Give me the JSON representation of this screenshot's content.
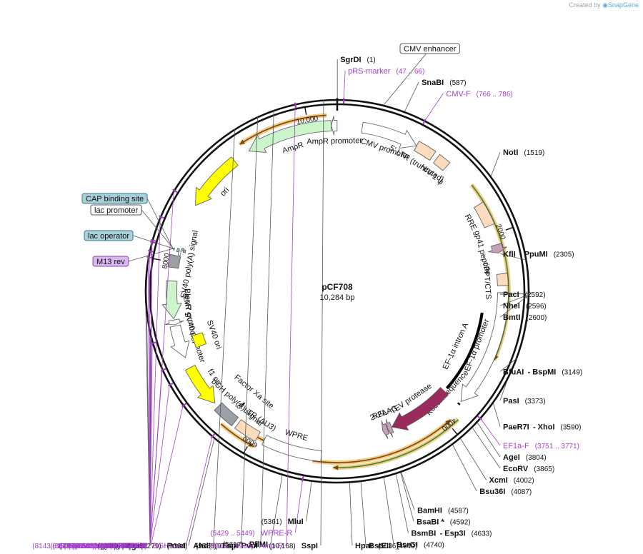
{
  "watermark": {
    "prefix": "Created by",
    "brand": "SnapGene"
  },
  "plasmid": {
    "name": "pCF708",
    "length": "10,284 bp",
    "length_bp": 10284
  },
  "ticks": [
    {
      "label": "2000",
      "bp": 2000
    },
    {
      "label": "4000",
      "bp": 4000
    },
    {
      "label": "6000",
      "bp": 6000
    },
    {
      "label": "8000",
      "bp": 8000
    },
    {
      "label": "10,000",
      "bp": 10000
    }
  ],
  "features": [
    {
      "label": "CMV promoter",
      "start": 248,
      "end": 816,
      "kind": "promoter",
      "color": "#ffffff",
      "ring": 1,
      "dir": 1
    },
    {
      "label": "5' LTR (truncated)",
      "start": 817,
      "end": 1005,
      "kind": "box",
      "color": "#fddcbd",
      "ring": 1,
      "dir": 0
    },
    {
      "label": "HIV-1 ψ",
      "start": 1052,
      "end": 1177,
      "kind": "box",
      "color": "#fddcbd",
      "ring": 1,
      "dir": 0
    },
    {
      "label": "RRE",
      "start": 1672,
      "end": 1905,
      "kind": "box",
      "color": "#fddcbd",
      "ring": 1,
      "dir": 0
    },
    {
      "label": "gp41 peptide",
      "start": 2105,
      "end": 2190,
      "kind": "arrow",
      "color": "#c8a0b8",
      "ring": 1,
      "dir": 1
    },
    {
      "label": "cPPT/CTS",
      "start": 2398,
      "end": 2515,
      "kind": "box",
      "color": "#fddcbd",
      "ring": 1,
      "dir": 0
    },
    {
      "label": "EF-1α promoter",
      "start": 2585,
      "end": 3763,
      "kind": "promoter",
      "color": "#ffffff",
      "ring": 1,
      "dir": 1
    },
    {
      "label": "EF-1α intron A",
      "start": 2812,
      "end": 3751,
      "kind": "line",
      "color": "#000000",
      "ring": 2,
      "dir": 0
    },
    {
      "label": "Kozak sequence",
      "start": 3785,
      "end": 3795,
      "kind": "line",
      "color": "#000000",
      "ring": 1,
      "dir": 0
    },
    {
      "label": "TEV protease",
      "start": 3800,
      "end": 4515,
      "kind": "arrow",
      "color": "#9b2b5e",
      "ring": 2,
      "dir": 1
    },
    {
      "label": "2xFLAG",
      "start": 4520,
      "end": 4568,
      "kind": "arrow",
      "color": "#c8a0b8",
      "ring": 2,
      "dir": 1
    },
    {
      "label": "P2A",
      "start": 4570,
      "end": 4626,
      "kind": "arrow",
      "color": "#c8a0b8",
      "ring": 2,
      "dir": 1
    },
    {
      "label": "WPRE",
      "start": 5300,
      "end": 5888,
      "kind": "box",
      "color": "#ffffff",
      "ring": 1,
      "dir": 0
    },
    {
      "label": "3' LTR (ΔU3)",
      "start": 5960,
      "end": 6193,
      "kind": "box",
      "color": "#fddcbd",
      "ring": 1,
      "dir": 0
    },
    {
      "label": "bGH poly(A) signal",
      "start": 6230,
      "end": 6454,
      "kind": "box",
      "color": "#9aa0a6",
      "ring": 1,
      "dir": 0
    },
    {
      "label": "Factor Xa site",
      "start": 6268,
      "end": 6279,
      "kind": "line",
      "color": "#000000",
      "ring": 2,
      "dir": 0
    },
    {
      "label": "f1 ori",
      "start": 6500,
      "end": 6928,
      "kind": "arrow",
      "color": "#ffff00",
      "ring": 1,
      "dir": -1
    },
    {
      "label": "SV40 promoter",
      "start": 7038,
      "end": 7367,
      "kind": "promoter",
      "color": "#ffffff",
      "ring": 1,
      "dir": -1
    },
    {
      "label": "EM7 promoter",
      "start": 7380,
      "end": 7428,
      "kind": "promoter",
      "color": "#ffffff",
      "ring": 1,
      "dir": -1
    },
    {
      "label": "SV40 ori",
      "start": 7090,
      "end": 7225,
      "kind": "box",
      "color": "#ffff00",
      "ring": 2,
      "dir": 0
    },
    {
      "label": "BleoR",
      "start": 7440,
      "end": 7814,
      "kind": "arrow",
      "color": "#ccf5cc",
      "ring": 1,
      "dir": -1
    },
    {
      "label": "SV40 poly(A) signal",
      "start": 7948,
      "end": 8069,
      "kind": "box",
      "color": "#9aa0a6",
      "ring": 1,
      "dir": 0
    },
    {
      "label": "ori",
      "start": 8605,
      "end": 9193,
      "kind": "arrow",
      "color": "#ffff00",
      "ring": 1,
      "dir": -1
    },
    {
      "label": "AmpR",
      "start": 9364,
      "end": 10224,
      "kind": "arrow",
      "color": "#ccf5cc",
      "ring": 1,
      "dir": -1
    },
    {
      "label": "AmpR promoter",
      "start": 10225,
      "end": 10283,
      "kind": "promoter",
      "color": "#ffffff",
      "ring": 1,
      "dir": -1
    }
  ],
  "small_marks": [
    {
      "name": "CAP binding site",
      "start": 8110,
      "end": 8131,
      "color": "#8fc4cf",
      "ring": 1
    },
    {
      "name": "lac promoter",
      "start": 8080,
      "end": 8110,
      "color": "#ffffff",
      "ring": 1
    },
    {
      "name": "lac operator",
      "start": 8130,
      "end": 8146,
      "color": "#8fc4cf",
      "ring": 1
    },
    {
      "name": "M13 rev",
      "start": 8118,
      "end": 8134,
      "color": "#c49fe0",
      "ring": 1
    }
  ],
  "orfs": [
    {
      "start": 9325,
      "end": 10184,
      "dir": -1
    },
    {
      "start": 1475,
      "end": 3250,
      "dir": 1
    },
    {
      "start": 2620,
      "end": 3575,
      "dir": 1
    },
    {
      "start": 3905,
      "end": 5180,
      "dir": 1
    },
    {
      "start": 3960,
      "end": 5380,
      "dir": -1
    },
    {
      "start": 5810,
      "end": 6120,
      "dir": -1
    },
    {
      "start": 5950,
      "end": 6320,
      "dir": -1
    }
  ],
  "labeled_boxes": [
    {
      "text": "CMV enhancer",
      "style": "white"
    },
    {
      "text": "CAP binding site",
      "style": "blue"
    },
    {
      "text": "lac promoter",
      "style": "white"
    },
    {
      "text": "lac operator",
      "style": "blue"
    },
    {
      "text": "M13 rev",
      "style": "purple"
    }
  ],
  "sites": [
    {
      "pos": "(1)",
      "name": "SgrDI",
      "bp": 1
    },
    {
      "pos": "(10,168)",
      "name": "SspI",
      "bp": 10168
    },
    {
      "pos": "(587)",
      "name": "SnaBI",
      "bp": 587
    },
    {
      "pos": "(9734)",
      "name": "PvuI",
      "bp": 9734
    },
    {
      "pos": "(9586)",
      "name": "FspI",
      "bp": 9586
    },
    {
      "pos": "(9364)",
      "name": "AhdI",
      "bp": 9364
    },
    {
      "pos": "(1519)",
      "name": "NotI",
      "bp": 1519
    },
    {
      "pos": "(2305)",
      "name": "KflI  - PpuMI",
      "bp": 2305
    },
    {
      "pos": "(2592)",
      "name": "PacI",
      "bp": 2592
    },
    {
      "pos": "(2596)",
      "name": "NheI",
      "bp": 2596
    },
    {
      "pos": "(2600)",
      "name": "BmtI",
      "bp": 2600
    },
    {
      "pos": "(3149)",
      "name": "BfuAI  - BspMI",
      "bp": 3149
    },
    {
      "pos": "(3373)",
      "name": "PasI",
      "bp": 3373
    },
    {
      "pos": "(3590)",
      "name": "PaeR7I  - XhoI",
      "bp": 3590
    },
    {
      "pos": "(3804)",
      "name": "AgeI",
      "bp": 3804
    },
    {
      "pos": "(3865)",
      "name": "EcoRV",
      "bp": 3865
    },
    {
      "pos": "(4002)",
      "name": "XcmI",
      "bp": 4002
    },
    {
      "pos": "(4087)",
      "name": "Bsu36I",
      "bp": 4087
    },
    {
      "pos": "(4587)",
      "name": "BamHI",
      "bp": 4587
    },
    {
      "pos": "(4592)",
      "name": "BsaBI *",
      "bp": 4592
    },
    {
      "pos": "(4633)",
      "name": "BsmBI  - Esp3I",
      "bp": 4633
    },
    {
      "pos": "(4740)",
      "name": "BsrGI",
      "bp": 4740
    },
    {
      "pos": "(4940)",
      "name": "BstEII",
      "bp": 4940
    },
    {
      "pos": "(5036)",
      "name": "HpaI",
      "bp": 5036
    },
    {
      "pos": "(5361)",
      "name": "MluI",
      "bp": 5361
    },
    {
      "pos": "(5617)",
      "name": "PflMI",
      "bp": 5617
    },
    {
      "pos": "(6279)",
      "name": "PmeI",
      "bp": 6279
    },
    {
      "pos": "(7327)",
      "name": "AvrII",
      "bp": 7327
    },
    {
      "pos": "(7492)",
      "name": "MauBI",
      "bp": 7492
    },
    {
      "pos": "(7570)",
      "name": "SgrAI",
      "bp": 7570
    }
  ],
  "primers": [
    {
      "pos": "(47 .. 66)",
      "name": "pRS-marker",
      "bp": 56
    },
    {
      "pos": "(9914 .. 9933)",
      "name": "Amp-R",
      "bp": 9923
    },
    {
      "pos": "(766 .. 786)",
      "name": "CMV-F",
      "bp": 776
    },
    {
      "pos": "(8612 .. 8631)",
      "name": "pBR322ori-F",
      "bp": 8621
    },
    {
      "pos": "(8361 .. 8378)",
      "name": "L4440",
      "bp": 8369
    },
    {
      "pos": "(8143 .. 8165)",
      "name": "M13/pUC Reverse",
      "bp": 8154
    },
    {
      "pos": "(8130 .. 8146)",
      "name": "M13 Reverse",
      "bp": 8138
    },
    {
      "pos": "(8051 .. 8070)",
      "name": "EBV-rev",
      "bp": 8060
    },
    {
      "pos": "(7997 .. 8016)",
      "name": "SV40pA-R",
      "bp": 8006
    },
    {
      "pos": "(7255 .. 7274)",
      "name": "SV40pro-F",
      "bp": 7264
    },
    {
      "pos": "(7008 .. 7028)",
      "name": "pBABE 3'",
      "bp": 7018
    },
    {
      "pos": "(6868 .. 6889)",
      "name": "F1ori-F",
      "bp": 6878
    },
    {
      "pos": "(6658 .. 6677)",
      "name": "F1ori-R",
      "bp": 6667
    },
    {
      "pos": "(6295 .. 6312)",
      "name": "BGH-rev",
      "bp": 6303
    },
    {
      "pos": "(5429 .. 5449)",
      "name": "WPRE-R",
      "bp": 5439
    },
    {
      "pos": "(3751 .. 3771)",
      "name": "EF1a-F",
      "bp": 3761
    }
  ],
  "colors": {
    "backbone": "#111111",
    "primer": "#a33fc9",
    "orf_fill": "#f4c98a",
    "orf_border": "#c07a00",
    "orf_green": "#a6d86c"
  }
}
